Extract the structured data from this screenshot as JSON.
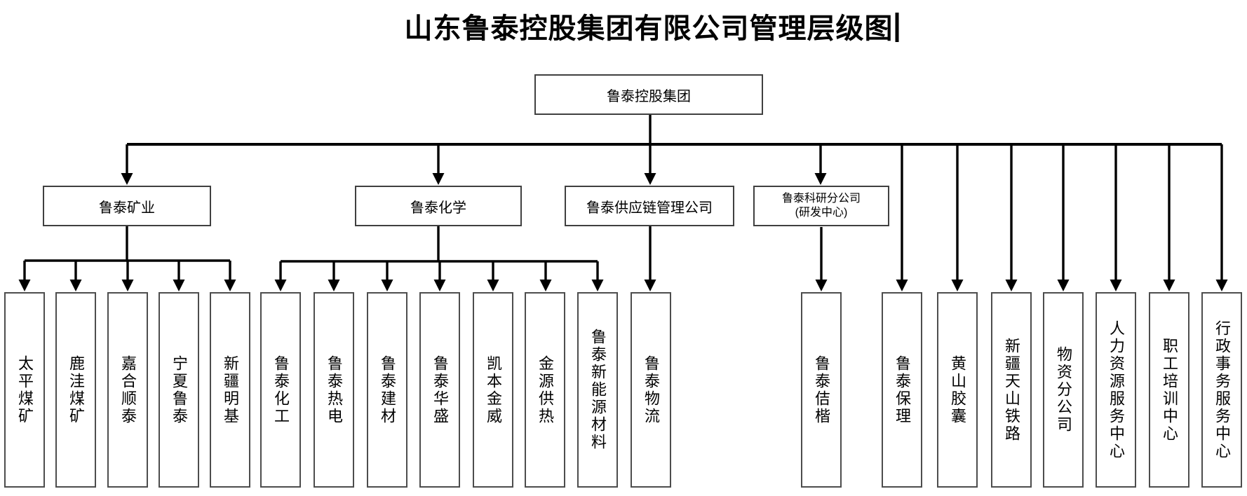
{
  "page": {
    "title": "山东鲁泰控股集团有限公司管理层级图"
  },
  "chart": {
    "type": "org-hierarchy",
    "root": {
      "label": "鲁泰控股集团"
    },
    "level2": [
      {
        "label": "鲁泰矿业"
      },
      {
        "label": "鲁泰化学"
      },
      {
        "label": "鲁泰供应链管理公司"
      },
      {
        "label_line1": "鲁泰科研分公司",
        "label_line2": "(研发中心)"
      }
    ],
    "leaves": {
      "mining": [
        "太平煤矿",
        "鹿洼煤矿",
        "嘉合顺泰",
        "宁夏鲁泰",
        "新疆明基"
      ],
      "chemistry": [
        "鲁泰化工",
        "鲁泰热电",
        "鲁泰建材",
        "鲁泰华盛",
        "凯本金威",
        "金源供热",
        "鲁泰新能源材料"
      ],
      "supply_chain": [
        "鲁泰物流"
      ],
      "research": [
        "鲁泰佶楷"
      ],
      "direct": [
        "鲁泰保理",
        "黄山胶囊",
        "新疆天山铁路",
        "物资分公司",
        "人力资源服务中心",
        "职工培训中心",
        "行政事务服务中心"
      ]
    }
  },
  "colors": {
    "background": "#ffffff",
    "line": "#000000",
    "box_border": "#404040",
    "text": "#000000"
  }
}
